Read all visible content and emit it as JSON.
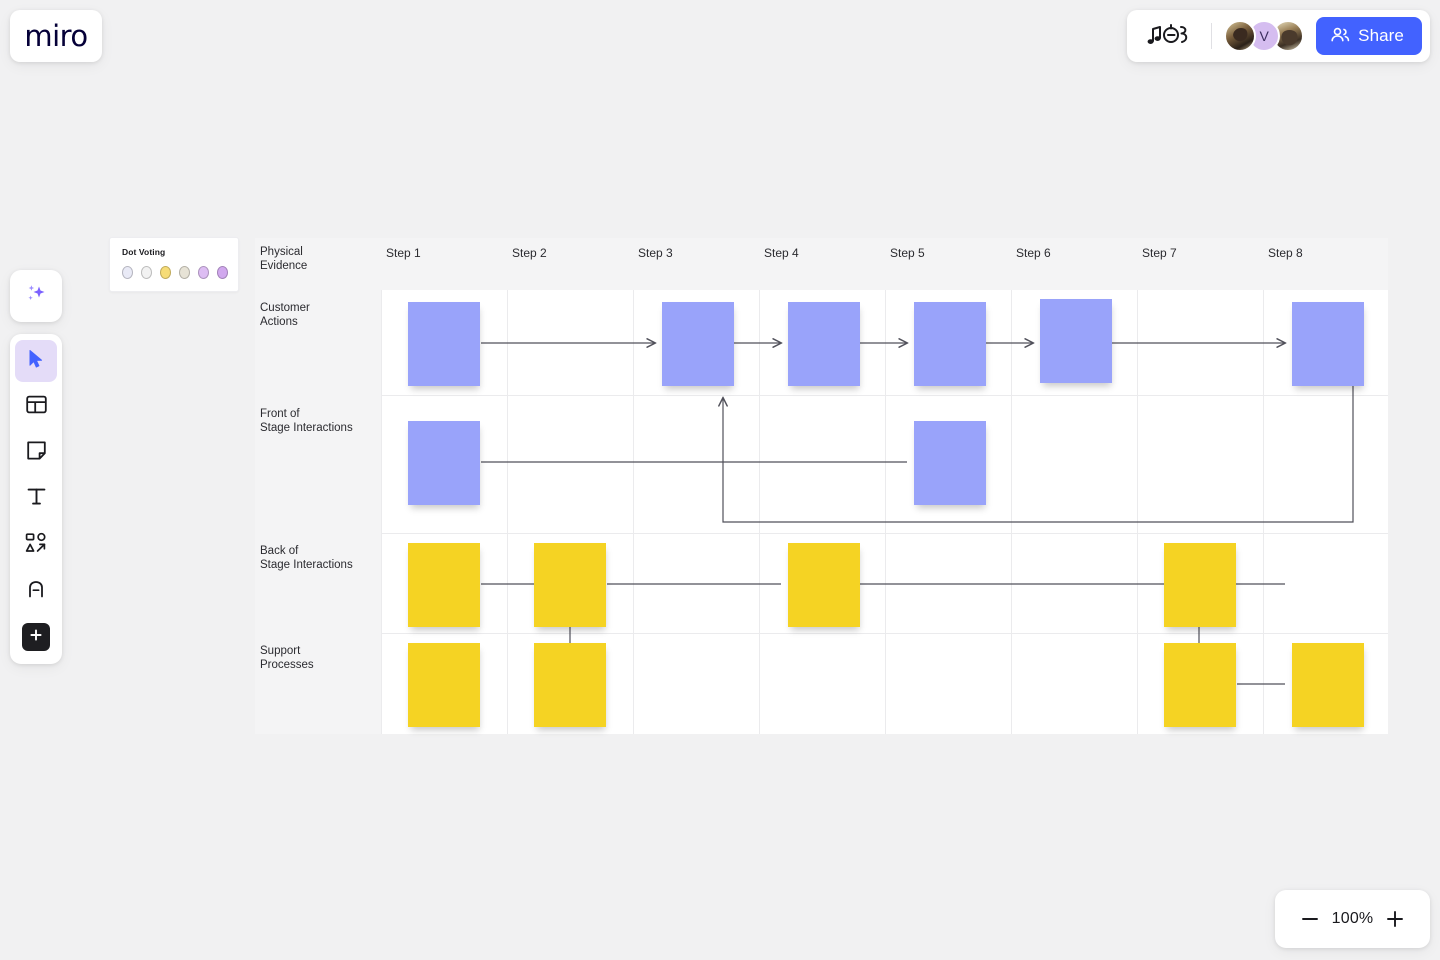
{
  "app": {
    "logo": "miro",
    "zoom_level": "100%",
    "background_color": "#f1f1f2"
  },
  "topbar": {
    "music_icon": "music-notes-icon",
    "share_label": "Share",
    "share_color": "#4262ff",
    "collaborators": [
      {
        "name": "collaborator-1",
        "type": "photo",
        "initial": ""
      },
      {
        "name": "collaborator-2",
        "type": "initial",
        "initial": "V",
        "color": "#d5bdf0"
      },
      {
        "name": "collaborator-3",
        "type": "photo",
        "initial": ""
      }
    ]
  },
  "toolbar": {
    "items": [
      {
        "name": "ai-sparkle-tool",
        "icon": "sparkle-icon",
        "active": false
      },
      {
        "name": "select-tool",
        "icon": "cursor-icon",
        "active": true
      },
      {
        "name": "templates-tool",
        "icon": "template-icon",
        "active": false
      },
      {
        "name": "sticky-note-tool",
        "icon": "sticky-note-icon",
        "active": false
      },
      {
        "name": "text-tool",
        "icon": "text-icon",
        "active": false
      },
      {
        "name": "shapes-tool",
        "icon": "shapes-icon",
        "active": false
      },
      {
        "name": "pen-tool",
        "icon": "pen-icon",
        "active": false
      },
      {
        "name": "more-apps-tool",
        "icon": "plus-icon",
        "active": false
      }
    ]
  },
  "dot_voting": {
    "title": "Dot Voting",
    "dots": [
      {
        "name": "dot-lavender",
        "color": "#e9eaf6"
      },
      {
        "name": "dot-gray",
        "color": "#f2f2f2"
      },
      {
        "name": "dot-yellow",
        "color": "#f6dc77"
      },
      {
        "name": "dot-beige",
        "color": "#e7e3d6"
      },
      {
        "name": "dot-light-purple",
        "color": "#ddbdf3"
      },
      {
        "name": "dot-purple",
        "color": "#d1a8ee"
      }
    ]
  },
  "board": {
    "header_label": "Physical\nEvidence",
    "columns": [
      "Step 1",
      "Step 2",
      "Step 3",
      "Step 4",
      "Step 5",
      "Step 6",
      "Step 7",
      "Step 8"
    ],
    "rows": [
      {
        "name": "customer-actions",
        "label": "Customer\nActions"
      },
      {
        "name": "front-of-stage-interactions",
        "label": "Front of\nStage Interactions"
      },
      {
        "name": "back-of-stage-interactions",
        "label": "Back of\nStage Interactions"
      },
      {
        "name": "support-processes",
        "label": "Support\nProcesses"
      }
    ],
    "sticky_colors": {
      "blue": "#99a3fa",
      "yellow": "#f5d323"
    },
    "notes": [
      {
        "name": "sticky-customer-actions-step1",
        "row": 0,
        "col": 0,
        "color": "blue",
        "text": ""
      },
      {
        "name": "sticky-customer-actions-step3",
        "row": 0,
        "col": 2,
        "color": "blue",
        "text": ""
      },
      {
        "name": "sticky-customer-actions-step4",
        "row": 0,
        "col": 3,
        "color": "blue",
        "text": ""
      },
      {
        "name": "sticky-customer-actions-step5",
        "row": 0,
        "col": 4,
        "color": "blue",
        "text": ""
      },
      {
        "name": "sticky-customer-actions-step6",
        "row": 0,
        "col": 5,
        "color": "blue",
        "text": ""
      },
      {
        "name": "sticky-customer-actions-step8",
        "row": 0,
        "col": 7,
        "color": "blue",
        "text": ""
      },
      {
        "name": "sticky-front-stage-step1",
        "row": 1,
        "col": 0,
        "color": "blue",
        "text": ""
      },
      {
        "name": "sticky-front-stage-step4",
        "row": 1,
        "col": 3,
        "color": "blue",
        "text": ""
      },
      {
        "name": "sticky-back-stage-step1",
        "row": 2,
        "col": 0,
        "color": "yellow",
        "text": ""
      },
      {
        "name": "sticky-back-stage-step2",
        "row": 2,
        "col": 1,
        "color": "yellow",
        "text": ""
      },
      {
        "name": "sticky-back-stage-step4",
        "row": 2,
        "col": 3,
        "color": "yellow",
        "text": ""
      },
      {
        "name": "sticky-back-stage-step7",
        "row": 2,
        "col": 6,
        "color": "yellow",
        "text": ""
      },
      {
        "name": "sticky-support-step1",
        "row": 3,
        "col": 0,
        "color": "yellow",
        "text": ""
      },
      {
        "name": "sticky-support-step2",
        "row": 3,
        "col": 1,
        "color": "yellow",
        "text": ""
      },
      {
        "name": "sticky-support-step7",
        "row": 3,
        "col": 6,
        "color": "yellow",
        "text": ""
      },
      {
        "name": "sticky-support-step8",
        "row": 3,
        "col": 7,
        "color": "yellow",
        "text": ""
      }
    ],
    "connector_color": "#50505a"
  }
}
